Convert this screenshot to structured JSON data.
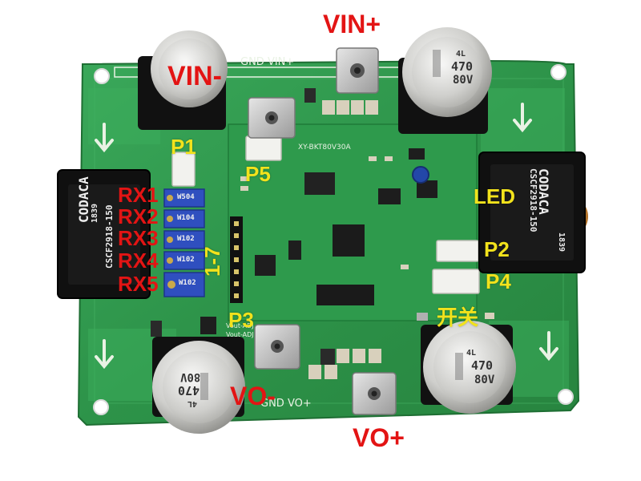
{
  "labels": {
    "vin_minus": "VIN-",
    "vin_plus": "VIN+",
    "vo_minus": "VO-",
    "vo_plus": "VO+",
    "p1": "P1",
    "p2": "P2",
    "p3": "P3",
    "p4": "P4",
    "p5": "P5",
    "led": "LED",
    "switch": "开关",
    "rx1": "RX1",
    "rx2": "RX2",
    "rx3": "RX3",
    "rx4": "RX4",
    "rx5": "RX5",
    "pins": "1-7"
  },
  "board_silk": {
    "top": "GND  VIN+",
    "bottom": "GND  VO+",
    "model": "XY-BKT80V30A",
    "vout_adj": "Vout-ADJ",
    "vout_adj2": "Vout-ADJ"
  },
  "capacitor": {
    "series": "4L",
    "value": "470",
    "voltage": "80V"
  },
  "inductor": {
    "brand": "CODACA",
    "part": "CSCF2918-150",
    "code": "1839"
  },
  "potentiometers": [
    "W504",
    "W104",
    "W102",
    "W102",
    "W102"
  ],
  "colors": {
    "pcb": "#2f9a4e",
    "label_red": "#e31414",
    "label_yellow": "#f2e21c"
  }
}
